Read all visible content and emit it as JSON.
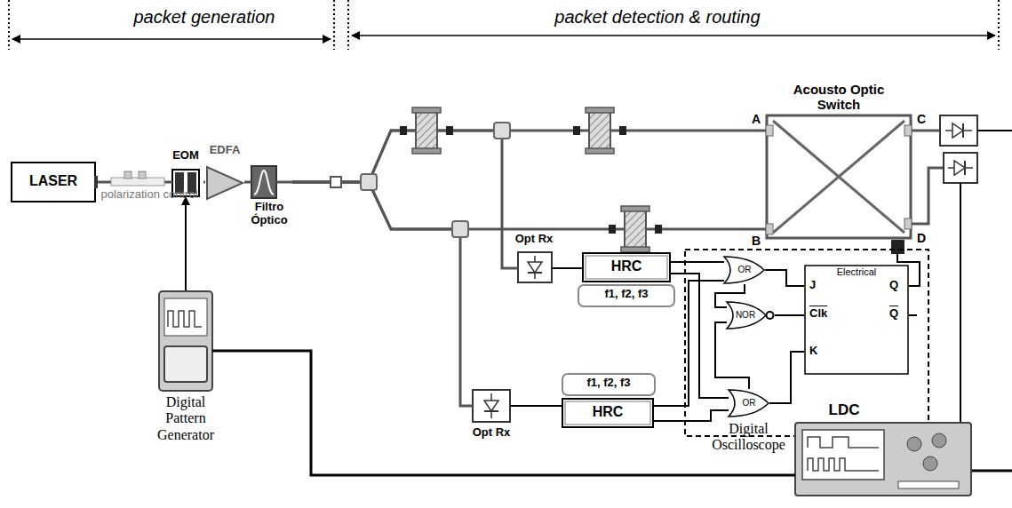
{
  "diagram": {
    "nodes": [
      {
        "text": [
          "LASER"
        ]
      },
      {
        "text": [
          "EOM"
        ]
      },
      {
        "text": [
          "EDFA"
        ]
      },
      {
        "text": [
          "Filtro Óptico"
        ]
      },
      {
        "text": [
          "Acousto Optic Switch"
        ]
      },
      {
        "text": [
          "Opt Rx"
        ]
      },
      {
        "text": [
          "HRC"
        ]
      },
      {
        "text": [
          "f1, f2, f3"
        ]
      },
      {
        "text": [
          "Opt Rx"
        ]
      },
      {
        "text": [
          "HRC"
        ]
      },
      {
        "text": [
          "f1, f2, f3"
        ]
      },
      {
        "text": [
          "LDC"
        ]
      },
      {
        "text": [
          "OR"
        ],
        "in": 11
      },
      {
        "text": [
          "NOR"
        ],
        "in": 11
      },
      {
        "text": [
          "OR"
        ],
        "in": 11
      },
      {
        "text": [
          "Electrical",
          "J",
          "Clk",
          "Q",
          "K",
          "Q"
        ],
        "in": 11
      },
      {
        "text": [
          "Digital Pattern Generator"
        ]
      },
      {
        "text": [
          "Digital Oscilloscope"
        ]
      }
    ],
    "edges": [
      {
        "from": 0,
        "to": 1,
        "arrow": "none"
      },
      {
        "from": 1,
        "to": 2,
        "arrow": "none"
      },
      {
        "from": 2,
        "to": 3,
        "arrow": "none"
      },
      {
        "from": 3,
        "to": 4,
        "arrow": "none"
      },
      {
        "from": 3,
        "to": 4,
        "arrow": "none"
      },
      {
        "from": 3,
        "to": 5,
        "arrow": "none"
      },
      {
        "from": 3,
        "to": 8,
        "arrow": "none"
      },
      {
        "from": 5,
        "to": 6,
        "arrow": "none"
      },
      {
        "from": 8,
        "to": 9,
        "arrow": "none"
      },
      {
        "from": 6,
        "to": 12,
        "arrow": "none"
      },
      {
        "from": 6,
        "to": 14,
        "arrow": "none"
      },
      {
        "from": 9,
        "to": 12,
        "arrow": "none"
      },
      {
        "from": 9,
        "to": 14,
        "arrow": "none"
      },
      {
        "from": 12,
        "to": 15,
        "arrow": "none"
      },
      {
        "from": 14,
        "to": 15,
        "arrow": "none"
      },
      {
        "from": 12,
        "to": 13,
        "arrow": "none"
      },
      {
        "from": 14,
        "to": 13,
        "arrow": "none"
      },
      {
        "from": 13,
        "to": 15,
        "arrow": "none"
      },
      {
        "from": 15,
        "to": 4,
        "arrow": "none"
      },
      {
        "from": 16,
        "to": 1,
        "arrow": "to"
      },
      {
        "from": 16,
        "to": 17,
        "arrow": "none"
      }
    ],
    "labels": [
      "packet generation",
      "packet detection & routing",
      "polarization control",
      "A",
      "B",
      "C",
      "D"
    ]
  }
}
